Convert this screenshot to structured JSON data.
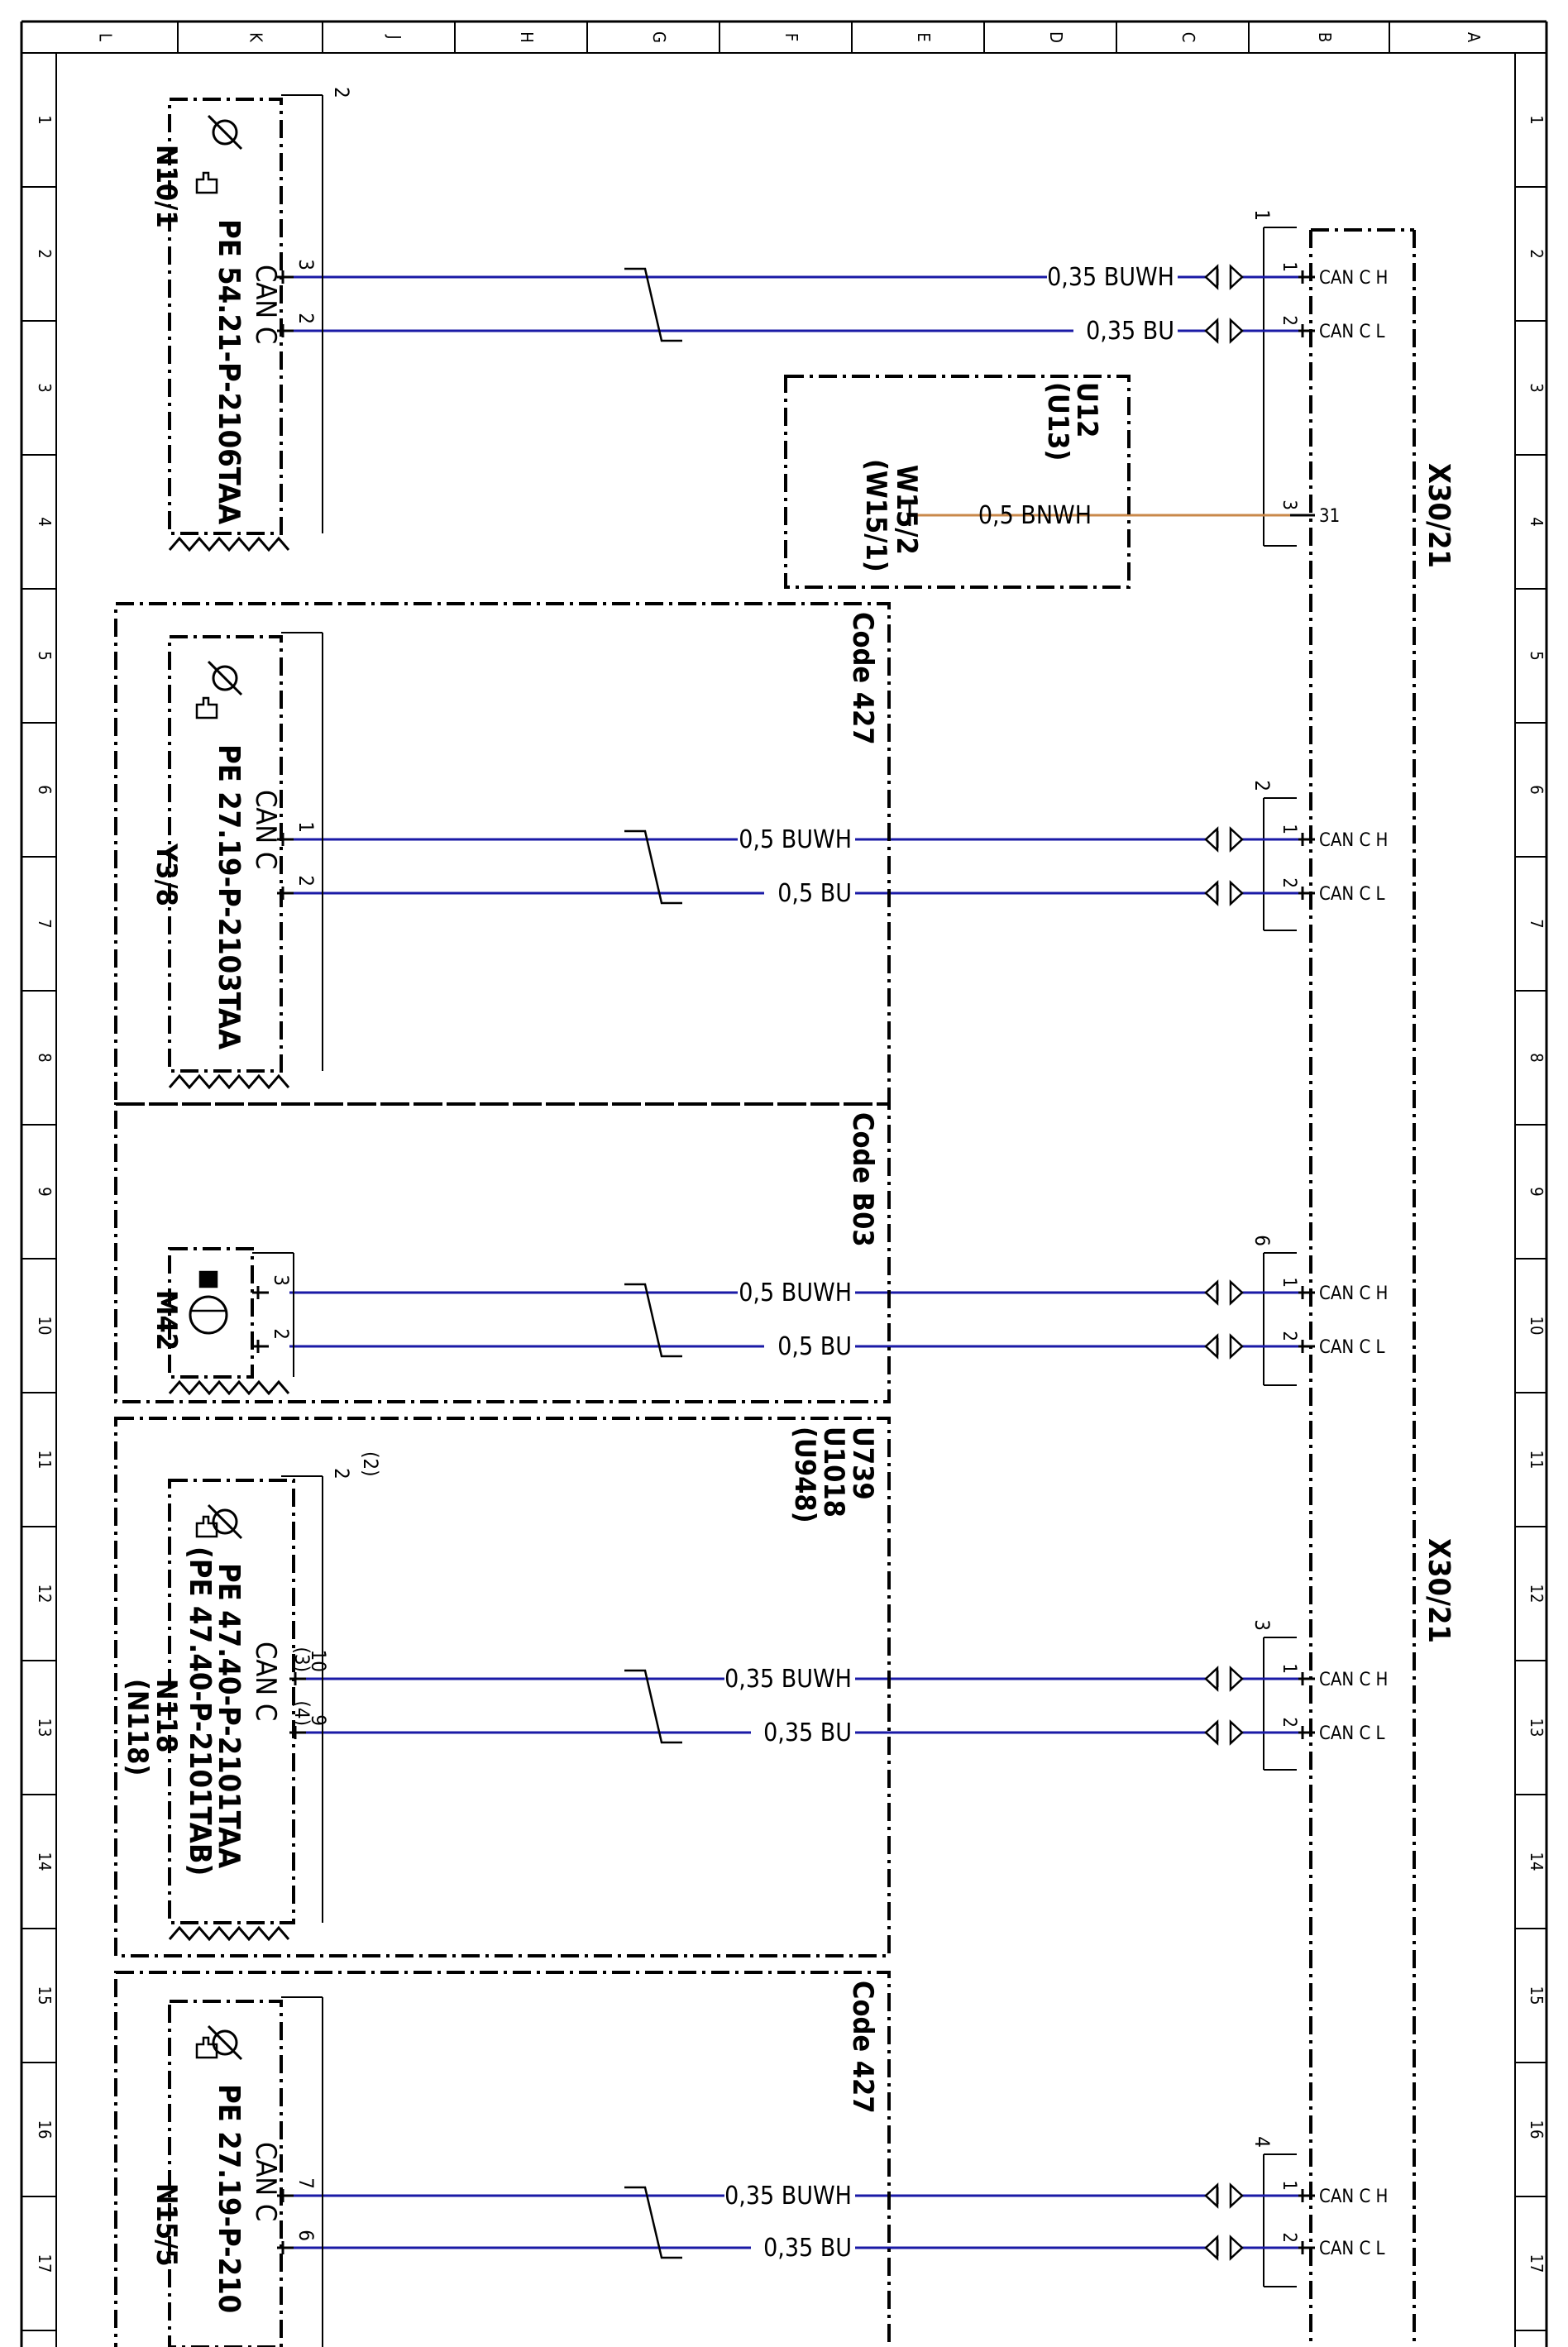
{
  "frame": {
    "top_columns": [
      "L",
      "K",
      "J",
      "H",
      "G",
      "F",
      "E",
      "D",
      "C",
      "B",
      "A"
    ],
    "side_rows": [
      "1",
      "2",
      "3",
      "4",
      "5",
      "6",
      "7",
      "8",
      "9",
      "10",
      "11",
      "12",
      "13",
      "14",
      "15",
      "16",
      "17"
    ]
  },
  "connector": {
    "name_top": "X30/21",
    "name_mid": "X30/21",
    "can_h": "CAN C H",
    "can_l": "CAN C L",
    "ground": "31"
  },
  "groups": [
    {
      "id": "g1",
      "num": "1",
      "pin_h": "1",
      "pin_l": "2",
      "pin_g": "3"
    },
    {
      "id": "g2",
      "num": "2",
      "pin_h": "1",
      "pin_l": "2"
    },
    {
      "id": "g6",
      "num": "6",
      "pin_h": "1",
      "pin_l": "2"
    },
    {
      "id": "g3",
      "num": "3",
      "pin_h": "1",
      "pin_l": "2"
    },
    {
      "id": "g4",
      "num": "4",
      "pin_h": "1",
      "pin_l": "2"
    }
  ],
  "components": [
    {
      "id": "n10",
      "name": "N10/1",
      "pe": "PE 54.21-P-2106TAA",
      "bus": "CAN C",
      "pin_h": "3",
      "pin_l": "2",
      "ref": "2"
    },
    {
      "id": "y38",
      "name": "Y3/8",
      "pe": "PE 27.19-P-2103TAA",
      "bus": "CAN C",
      "pin_h": "1",
      "pin_l": "2"
    },
    {
      "id": "m42",
      "name": "M42",
      "pin_h": "3",
      "pin_l": "2"
    },
    {
      "id": "n118",
      "name": "N118",
      "name_alt": "(N118)",
      "pe": "PE 47.40-P-2101TAA",
      "pe_alt": "(PE 47.40-P-2101TAB)",
      "bus": "CAN C",
      "pin_h": "10",
      "pin_h_alt": "(3)",
      "pin_l": "9",
      "pin_l_alt": "(4)",
      "ref": "2",
      "ref_alt": "(2)"
    },
    {
      "id": "n155",
      "name": "N15/5",
      "pe": "PE 27.19-P-210",
      "bus": "CAN C",
      "pin_h": "7",
      "pin_l": "6"
    }
  ],
  "wires": [
    {
      "id": "w1",
      "label": "0,35 BUWH",
      "color": "#1a1aa6"
    },
    {
      "id": "w2",
      "label": "0,35 BU",
      "color": "#1a1aa6"
    },
    {
      "id": "w3",
      "label": "0,5 BNWH",
      "color": "#c9884a"
    },
    {
      "id": "w4",
      "label": "0,5 BUWH",
      "color": "#1a1aa6"
    },
    {
      "id": "w5",
      "label": "0,5 BU",
      "color": "#1a1aa6"
    },
    {
      "id": "w6",
      "label": "0,5 BUWH",
      "color": "#1a1aa6"
    },
    {
      "id": "w7",
      "label": "0,5 BU",
      "color": "#1a1aa6"
    },
    {
      "id": "w8",
      "label": "0,35 BUWH",
      "color": "#1a1aa6"
    },
    {
      "id": "w9",
      "label": "0,35 BU",
      "color": "#1a1aa6"
    },
    {
      "id": "w10",
      "label": "0,35 BUWH",
      "color": "#1a1aa6"
    },
    {
      "id": "w11",
      "label": "0,35 BU",
      "color": "#1a1aa6"
    }
  ],
  "ground_box": {
    "line1": "U12",
    "line2": "(U13)",
    "comp": "W15/2",
    "comp_alt": "(W15/1)"
  },
  "code_boxes": [
    {
      "id": "c427a",
      "label": "Code 427"
    },
    {
      "id": "cb03",
      "label": "Code B03"
    },
    {
      "id": "cu739",
      "label": "U739",
      "label2": "U1018",
      "label3": "(U948)"
    },
    {
      "id": "c427b",
      "label": "Code 427"
    }
  ]
}
